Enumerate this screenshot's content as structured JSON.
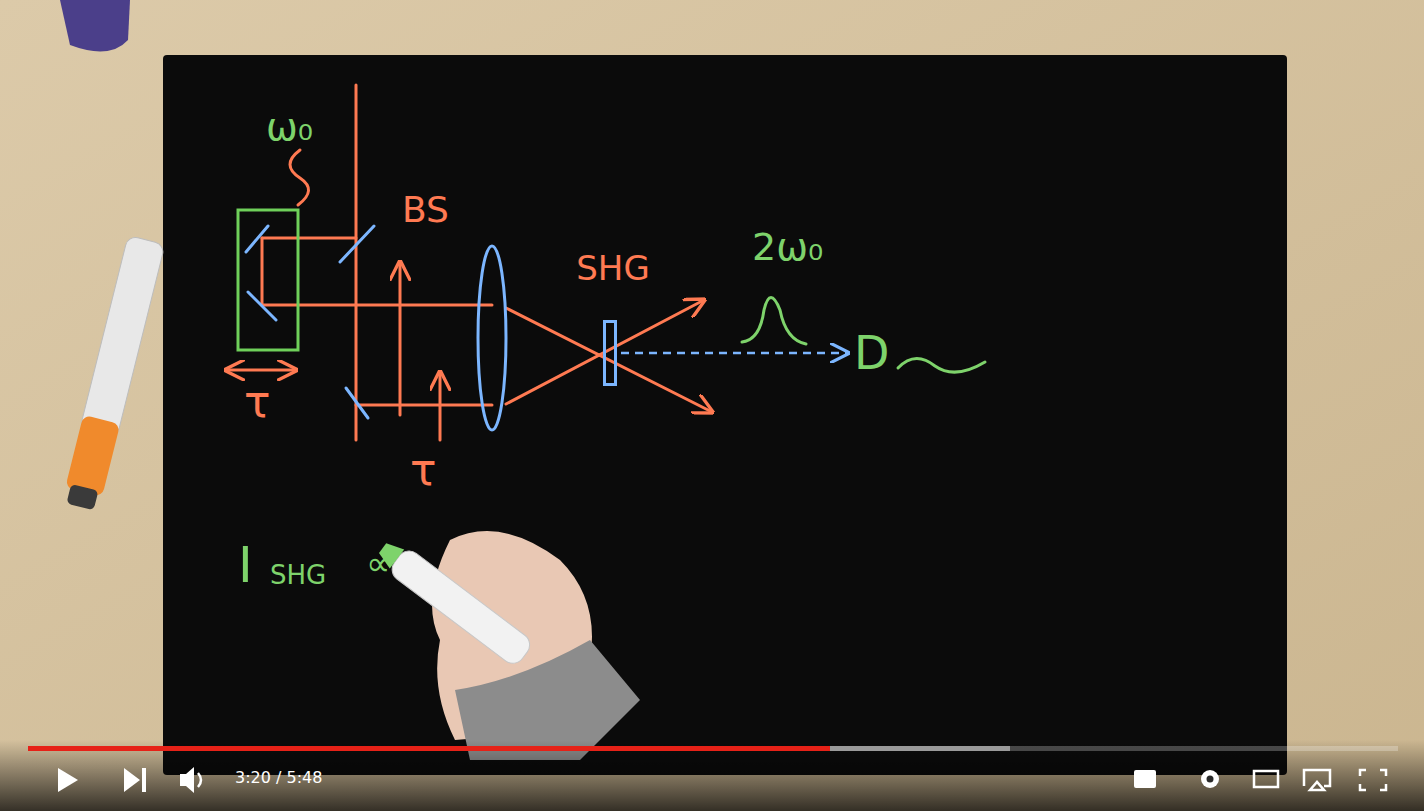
{
  "diagram": {
    "nodes": [
      {
        "text": [
          "SHG"
        ]
      },
      {
        "text": [
          "D"
        ]
      }
    ],
    "edges": [
      {
        "from": 0,
        "to": 1,
        "arrow": "to"
      }
    ],
    "labels": [
      "ω₀",
      "BS",
      "τ",
      "τ",
      "2ω₀",
      "I",
      "SHG",
      "∝",
      "3:20 / 5:48"
    ]
  }
}
